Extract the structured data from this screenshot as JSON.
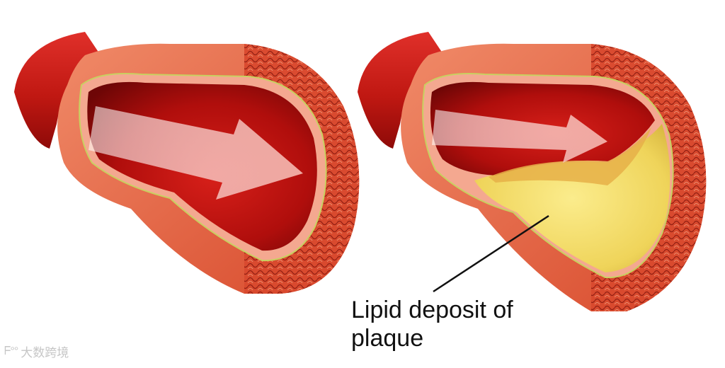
{
  "annotation": {
    "line1": "Lipid deposit of",
    "line2": "plaque"
  },
  "watermark": {
    "logo": "ᖴ°°",
    "text": "大数跨境"
  },
  "colors": {
    "vessel_red": "#c81a14",
    "wall_orange": "#e8643c",
    "lumen_dark": "#a00c0c",
    "plaque_yellow": "#f2dc6a",
    "flow_arrow": "#f4b0a8"
  },
  "icons": {
    "flow_arrow_healthy": "arrow-right-icon",
    "flow_arrow_narrowed": "arrow-right-icon"
  }
}
